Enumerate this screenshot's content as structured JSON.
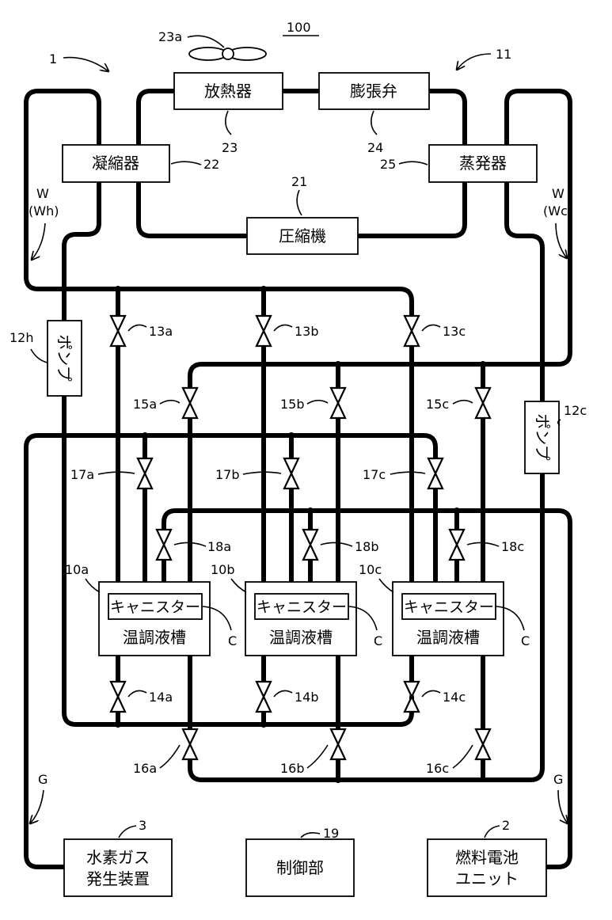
{
  "figure_number": "100",
  "system_labels": {
    "system_1": "1",
    "system_11": "11"
  },
  "fan": {
    "label": "23a"
  },
  "components": {
    "radiator": {
      "text": "放熱器",
      "ref": "23"
    },
    "expansion_valve": {
      "text": "膨張弁",
      "ref": "24"
    },
    "condenser": {
      "text": "凝縮器",
      "ref": "22"
    },
    "evaporator": {
      "text": "蒸発器",
      "ref": "25"
    },
    "compressor": {
      "text": "圧縮機",
      "ref": "21"
    },
    "pump_h": {
      "text": "ポンプ",
      "ref": "12h"
    },
    "pump_c": {
      "text": "ポンプ",
      "ref": "12c"
    },
    "hydrogen_generator": {
      "line1": "水素ガス",
      "line2": "発生装置",
      "ref": "3"
    },
    "control_unit": {
      "text": "制御部",
      "ref": "19"
    },
    "fuel_cell": {
      "line1": "燃料電池",
      "line2": "ユニット",
      "ref": "2"
    }
  },
  "tanks": [
    {
      "ref": "10a",
      "canister": "キャニスター",
      "tank": "温調液槽",
      "c_label": "C"
    },
    {
      "ref": "10b",
      "canister": "キャニスター",
      "tank": "温調液槽",
      "c_label": "C"
    },
    {
      "ref": "10c",
      "canister": "キャニスター",
      "tank": "温調液槽",
      "c_label": "C"
    }
  ],
  "valves": {
    "v13a": "13a",
    "v13b": "13b",
    "v13c": "13c",
    "v15a": "15a",
    "v15b": "15b",
    "v15c": "15c",
    "v17a": "17a",
    "v17b": "17b",
    "v17c": "17c",
    "v18a": "18a",
    "v18b": "18b",
    "v18c": "18c",
    "v14a": "14a",
    "v14b": "14b",
    "v14c": "14c",
    "v16a": "16a",
    "v16b": "16b",
    "v16c": "16c"
  },
  "flow_labels": {
    "w_left": "W",
    "wh": "(Wh)",
    "w_right": "W",
    "wc": "(Wc)",
    "g_left": "G",
    "g_right": "G"
  }
}
